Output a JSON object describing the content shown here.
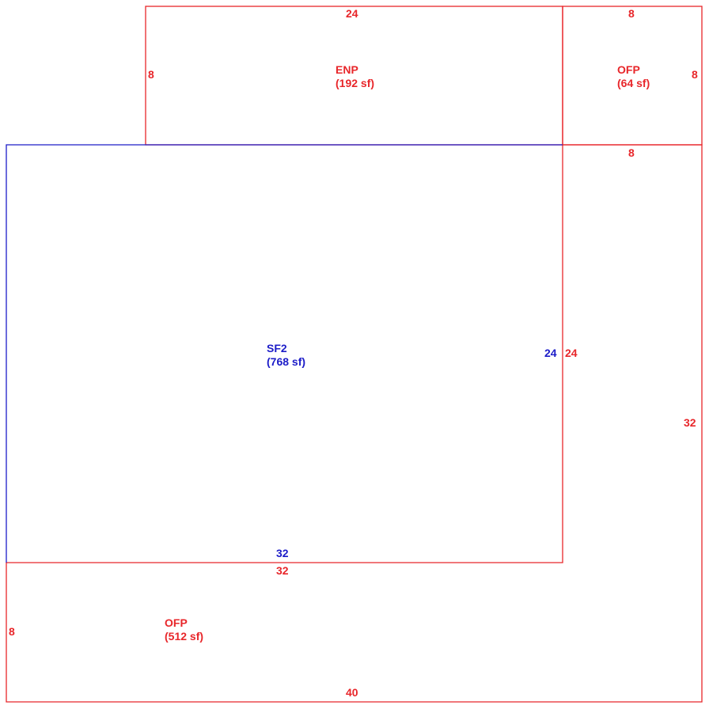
{
  "colors": {
    "addition": "#e8262a",
    "living_area": "#1c1cc8"
  },
  "areas": [
    {
      "name": "ENP",
      "area": "(192 sf)",
      "color": "#e8262a",
      "dimensions": {
        "top": "24",
        "left": "8"
      }
    },
    {
      "name": "OFP",
      "area": "(64 sf)",
      "color": "#e8262a",
      "dimensions": {
        "top": "8",
        "right": "8",
        "bottom": "8"
      }
    },
    {
      "name": "SF2",
      "area": "(768 sf)",
      "color": "#1c1cc8",
      "dimensions": {
        "right": "24",
        "bottom": "32"
      }
    },
    {
      "name": "OFP",
      "area": "(512 sf)",
      "color": "#e8262a",
      "dimensions": {
        "inner_right": "24",
        "top": "32",
        "right": "32",
        "left": "8",
        "bottom": "40"
      }
    }
  ]
}
